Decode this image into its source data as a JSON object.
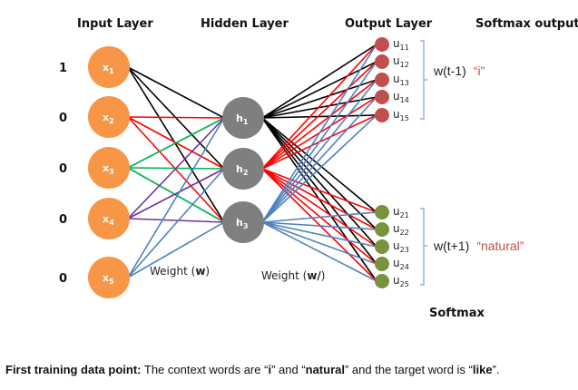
{
  "headers": {
    "input": "Input Layer",
    "hidden": "Hidden Layer",
    "output": "Output Layer",
    "softmax_output": "Softmax output",
    "softmax": "Softmax"
  },
  "input_nodes": [
    {
      "label": "x",
      "sub": "1",
      "value": "1"
    },
    {
      "label": "x",
      "sub": "2",
      "value": "0"
    },
    {
      "label": "x",
      "sub": "3",
      "value": "0"
    },
    {
      "label": "x",
      "sub": "4",
      "value": "0"
    },
    {
      "label": "x",
      "sub": "5",
      "value": "0"
    }
  ],
  "hidden_nodes": [
    {
      "label": "h",
      "sub": "1"
    },
    {
      "label": "h",
      "sub": "2"
    },
    {
      "label": "h",
      "sub": "3"
    }
  ],
  "output_groups": [
    {
      "nodes": [
        {
          "label": "u",
          "sub": "11"
        },
        {
          "label": "u",
          "sub": "12"
        },
        {
          "label": "u",
          "sub": "13"
        },
        {
          "label": "u",
          "sub": "14"
        },
        {
          "label": "u",
          "sub": "15"
        }
      ],
      "context_label": "w(t-1)",
      "context_word": "“i”"
    },
    {
      "nodes": [
        {
          "label": "u",
          "sub": "21"
        },
        {
          "label": "u",
          "sub": "22"
        },
        {
          "label": "u",
          "sub": "23"
        },
        {
          "label": "u",
          "sub": "24"
        },
        {
          "label": "u",
          "sub": "25"
        }
      ],
      "context_label": "w(t+1)",
      "context_word": "“natural”"
    }
  ],
  "weights": {
    "input_hidden": {
      "prefix": "Weight (",
      "symbol": "w",
      "suffix": ")"
    },
    "hidden_output": {
      "prefix": "Weight (",
      "symbol": "w/",
      "suffix": ")"
    }
  },
  "colors": {
    "input_node": "#f79646",
    "hidden_node": "#7f7f7f",
    "output_group1": "#c0504d",
    "output_group2": "#77933c",
    "bracket": "#95b3d7",
    "context_word": "#c0504d",
    "input_edges": [
      "#000000",
      "#ff0000",
      "#00b050",
      "#7030a0",
      "#4f81bd"
    ],
    "hidden_edges": [
      "#000000",
      "#ff0000",
      "#4f81bd"
    ]
  },
  "caption": {
    "lead": "First training data point:",
    "t1": " The context words are “",
    "w1": "i",
    "t2": "” and “",
    "w2": "natural",
    "t3": "” and the target word is “",
    "w3": "like",
    "t4": "”."
  }
}
